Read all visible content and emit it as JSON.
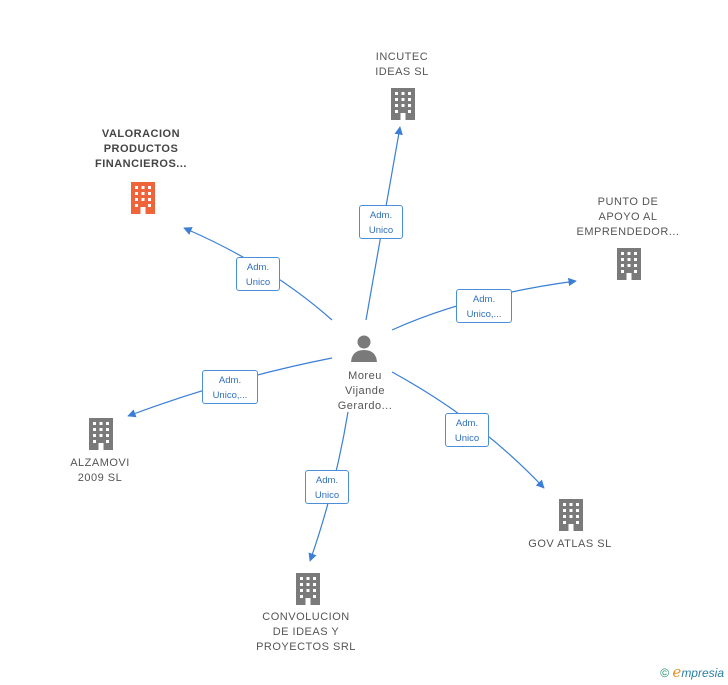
{
  "center": {
    "name": "Moreu\nVijande\nGerardo..."
  },
  "nodes": [
    {
      "id": "incutec",
      "label": "INCUTEC\nIDEAS  SL",
      "highlight": false
    },
    {
      "id": "valoracion",
      "label": "VALORACION\nPRODUCTOS\nFINANCIEROS...",
      "highlight": true
    },
    {
      "id": "punto",
      "label": "PUNTO DE\nAPOYO AL\nEMPRENDEDOR...",
      "highlight": false
    },
    {
      "id": "alzamovi",
      "label": "ALZAMOVI\n2009 SL",
      "highlight": false
    },
    {
      "id": "gov",
      "label": "GOV ATLAS  SL",
      "highlight": false
    },
    {
      "id": "convolucion",
      "label": "CONVOLUCION\nDE IDEAS Y\nPROYECTOS SRL",
      "highlight": false
    }
  ],
  "edges": [
    {
      "to": "incutec",
      "label": "Adm.\nUnico"
    },
    {
      "to": "valoracion",
      "label": "Adm.\nUnico"
    },
    {
      "to": "punto",
      "label": "Adm.\nUnico,..."
    },
    {
      "to": "alzamovi",
      "label": "Adm.\nUnico,..."
    },
    {
      "to": "gov",
      "label": "Adm.\nUnico"
    },
    {
      "to": "convolucion",
      "label": "Adm.\nUnico"
    }
  ],
  "colors": {
    "edge": "#3a7fd5",
    "building": "#7a7a7a",
    "highlight": "#f0643c",
    "person": "#7a7a7a"
  },
  "icons": {
    "company": "building-icon",
    "person": "person-icon"
  },
  "footer": {
    "copyright": "©",
    "brand_initial": "e",
    "brand_rest": "mpresia"
  }
}
